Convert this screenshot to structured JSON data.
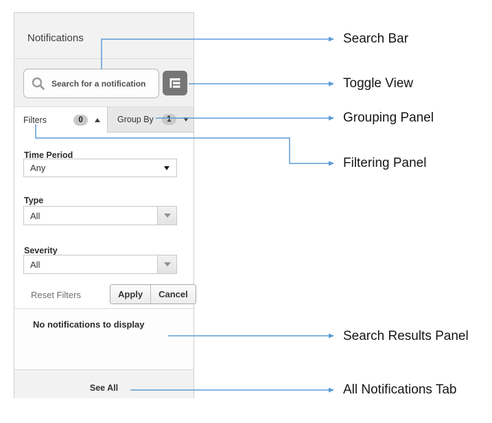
{
  "accent_color": "#5b9bd5",
  "panel": {
    "title": "Notifications",
    "search": {
      "placeholder": "Search for a notification",
      "icon": "magnifier-icon",
      "toggle_icon": "list-view-icon"
    },
    "tabs": {
      "filters": {
        "label": "Filters",
        "badge": "0",
        "caret": "up"
      },
      "group_by": {
        "label": "Group By",
        "badge": "1",
        "caret": "down"
      }
    },
    "filters": {
      "fields": [
        {
          "label": "Time Period",
          "value": "Any"
        },
        {
          "label": "Type",
          "value": "All"
        },
        {
          "label": "Severity",
          "value": "All"
        }
      ],
      "reset_label": "Reset Filters",
      "apply_label": "Apply",
      "cancel_label": "Cancel"
    },
    "results": {
      "empty_message": "No notifications to display"
    },
    "footer": {
      "see_all_label": "See All"
    }
  },
  "annotations": [
    {
      "label": "Search Bar"
    },
    {
      "label": "Toggle View"
    },
    {
      "label": "Grouping Panel"
    },
    {
      "label": "Filtering Panel"
    },
    {
      "label": "Search Results Panel"
    },
    {
      "label": "All Notifications Tab"
    }
  ]
}
